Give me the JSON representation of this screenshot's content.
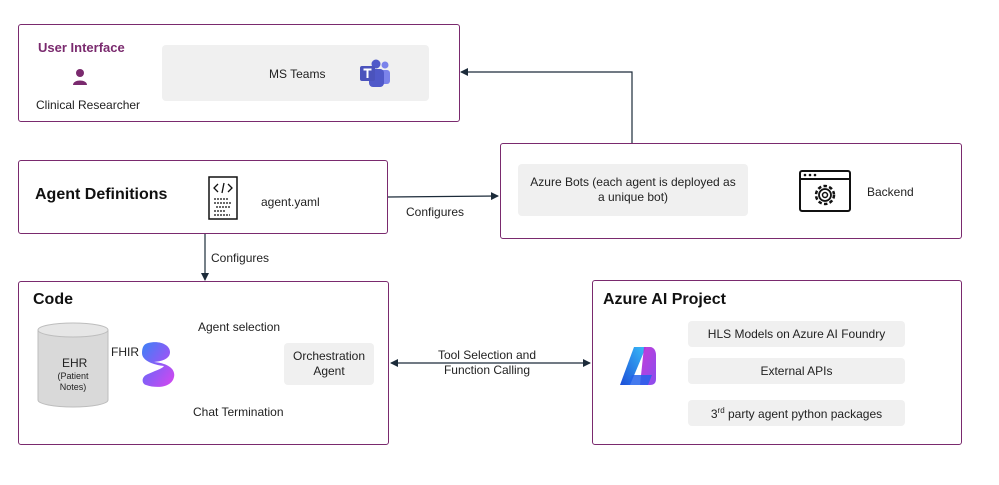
{
  "ui": {
    "title": "User Interface",
    "user_label": "Clinical Researcher",
    "teams_label": "MS Teams"
  },
  "agent_defs": {
    "title": "Agent Definitions",
    "file": "agent.yaml"
  },
  "azure_bots": {
    "label": "Azure Bots (each agent is deployed as a unique bot)",
    "backend": "Backend"
  },
  "code": {
    "title": "Code",
    "ehr": "EHR",
    "ehr_sub": "(Patient Notes)",
    "fhir": "FHIR",
    "agent_selection": "Agent selection",
    "orchestration": "Orchestration Agent",
    "chat_termination": "Chat Termination"
  },
  "azure_ai": {
    "title": "Azure AI Project",
    "items": [
      "HLS Models on Azure AI Foundry",
      "External APIs"
    ],
    "packages_sup": "rd",
    "packages_pre": "3",
    "packages_post": " party agent python packages"
  },
  "connectors": {
    "configures_1": "Configures",
    "configures_2": "Configures",
    "tool_selection": "Tool Selection and Function Calling"
  },
  "colors": {
    "border": "#7a2a6e",
    "title_purple": "#7a2a6e",
    "arrow": "#1c2b3a",
    "fill": "#f0f0f0"
  }
}
